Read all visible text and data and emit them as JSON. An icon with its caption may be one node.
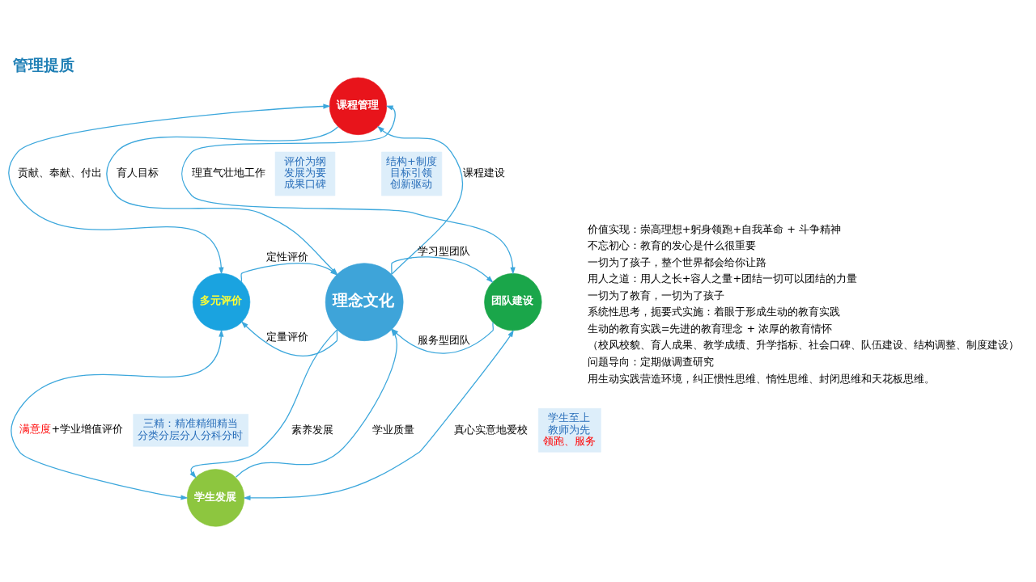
{
  "diagram": {
    "title": "管理提质",
    "nodes": [
      {
        "text": [
          "课程管理"
        ]
      },
      {
        "text": [
          "多元评价"
        ]
      },
      {
        "text": [
          "理念文化"
        ]
      },
      {
        "text": [
          "团队建设"
        ]
      },
      {
        "text": [
          "学生发展"
        ]
      },
      {
        "text": [
          "评价为纲",
          "发展为要",
          "成果口碑"
        ]
      },
      {
        "text": [
          "结构+制度",
          "目标引领",
          "创新驱动"
        ]
      },
      {
        "text": [
          "三精：精准精细精当",
          "分类分层分人分科分时"
        ]
      },
      {
        "text": [
          "学生至上",
          "教师为先",
          "领跑、服务"
        ]
      }
    ],
    "edges": [
      {
        "from": 0,
        "to": 1,
        "arrow": "both",
        "label": "贡献、奉献、付出"
      },
      {
        "from": 0,
        "to": 3,
        "arrow": "both",
        "label": "理直气壮地工作"
      },
      {
        "from": 1,
        "to": 4,
        "arrow": "both",
        "label": "满意度+学业增值评价"
      },
      {
        "from": 3,
        "to": 4,
        "arrow": "both",
        "label": "真心实意地爱校"
      },
      {
        "from": 0,
        "to": 2,
        "arrow": "to",
        "label": "育人目标"
      },
      {
        "from": 2,
        "to": 0,
        "arrow": "to",
        "label": "课程建设"
      },
      {
        "from": 1,
        "to": 2,
        "arrow": "to",
        "label": "定性评价"
      },
      {
        "from": 2,
        "to": 1,
        "arrow": "to",
        "label": "定量评价"
      },
      {
        "from": 2,
        "to": 3,
        "arrow": "to",
        "label": "学习型团队"
      },
      {
        "from": 3,
        "to": 2,
        "arrow": "to",
        "label": "服务型团队"
      },
      {
        "from": 2,
        "to": 4,
        "arrow": "to",
        "label": "素养发展"
      },
      {
        "from": 4,
        "to": 2,
        "arrow": "to",
        "label": "学业质量"
      }
    ],
    "labels": [
      "价值实现：崇高理想+躬身领跑+自我革命 + 斗争精神",
      "不忘初心：教育的发心是什么很重要",
      "一切为了孩子，整个世界都会给你让路",
      "用人之道：用人之长+容人之量+团结一切可以团结的力量",
      "一切为了教育，一切为了孩子",
      "系统性思考，扼要式实施：着眼于形成生动的教育实践",
      "生动的教育实践=先进的教育理念 + 浓厚的教育情怀",
      "（校风校貌、育人成果、教学成绩、升学指标、社会口碑、队伍建设、结构调整、制度建设）",
      "问题导向：定期做调查研究",
      "用生动实践营造环境，纠正惯性思维、惰性思维、封闭思维和天花板思维。"
    ]
  }
}
